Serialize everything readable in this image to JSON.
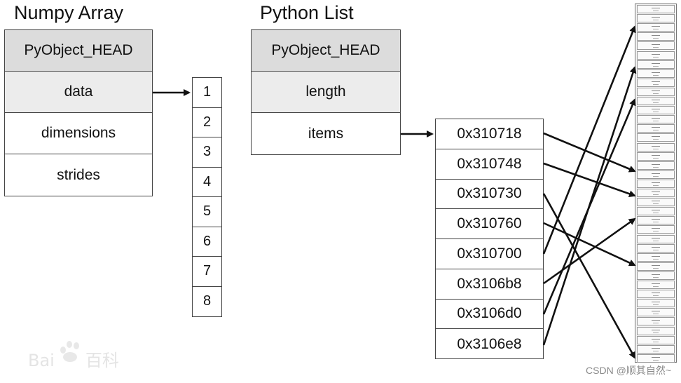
{
  "numpy": {
    "title": "Numpy Array",
    "fields": [
      "PyObject_HEAD",
      "data",
      "dimensions",
      "strides"
    ],
    "values": [
      "1",
      "2",
      "3",
      "4",
      "5",
      "6",
      "7",
      "8"
    ]
  },
  "pylist": {
    "title": "Python List",
    "fields": [
      "PyObject_HEAD",
      "length",
      "items"
    ],
    "pointers": [
      "0x310718",
      "0x310748",
      "0x310730",
      "0x310760",
      "0x310700",
      "0x3106b8",
      "0x3106d0",
      "0x3106e8"
    ]
  },
  "watermark": {
    "baidu_text": "Bai",
    "baidu_suffix": "百科",
    "csdn": "CSDN @顺其自然~"
  }
}
